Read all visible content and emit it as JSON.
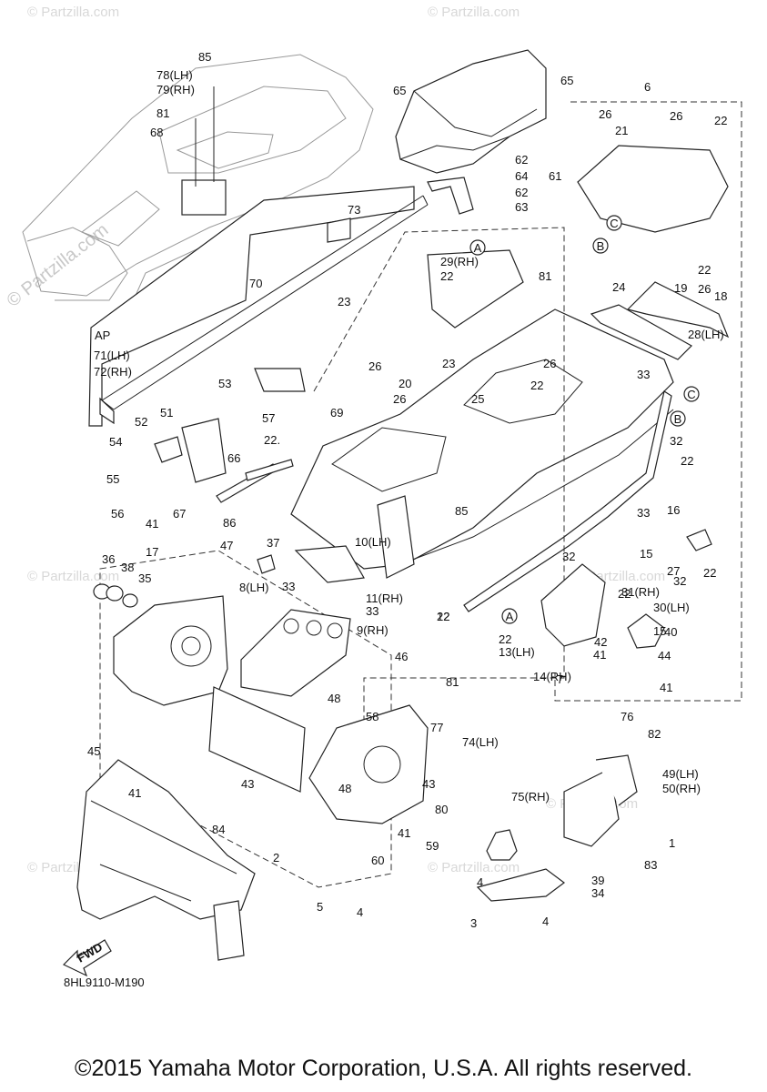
{
  "watermark": "© Partzilla.com",
  "diagram_code": "8HL9110-M190",
  "copyright": "©2015 Yamaha Motor Corporation, U.S.A. All rights reserved.",
  "fwd_label": "FWD",
  "ap_label": "AP",
  "callouts": [
    "A",
    "B",
    "C"
  ],
  "labels": [
    "85",
    "78(LH)",
    "79(RH)",
    "81",
    "68",
    "73",
    "70",
    "71(LH)",
    "72(RH)",
    "65",
    "65",
    "62",
    "64",
    "61",
    "62",
    "63",
    "6",
    "26",
    "26",
    "21",
    "22",
    "22",
    "26",
    "19",
    "18",
    "24",
    "28(LH)",
    "29(RH)",
    "22",
    "81",
    "23",
    "26",
    "23",
    "26",
    "22",
    "25",
    "26",
    "20",
    "69",
    "57",
    "53",
    "51",
    "52",
    "54",
    "55",
    "56",
    "67",
    "66",
    "22.",
    "85",
    "86",
    "41",
    "47",
    "37",
    "36",
    "38",
    "35",
    "17",
    "10(LH)",
    "11(RH)",
    "33",
    "22",
    "33",
    "32",
    "22",
    "33",
    "16",
    "15",
    "27",
    "32",
    "22",
    "32",
    "22",
    "30(LH)",
    "31(RH)",
    "15",
    "40",
    "44",
    "41",
    "33",
    "8(LH)",
    "9(RH)",
    "12",
    "22",
    "13(LH)",
    "14(RH)",
    "7",
    "42",
    "41",
    "46",
    "48",
    "58",
    "81",
    "77",
    "74(LH)",
    "75(RH)",
    "76",
    "82",
    "49(LH)",
    "50(RH)",
    "1",
    "83",
    "39",
    "34",
    "45",
    "41",
    "43",
    "48",
    "43",
    "80",
    "41",
    "59",
    "84",
    "60",
    "4",
    "3",
    "4",
    "2",
    "5",
    "4"
  ]
}
